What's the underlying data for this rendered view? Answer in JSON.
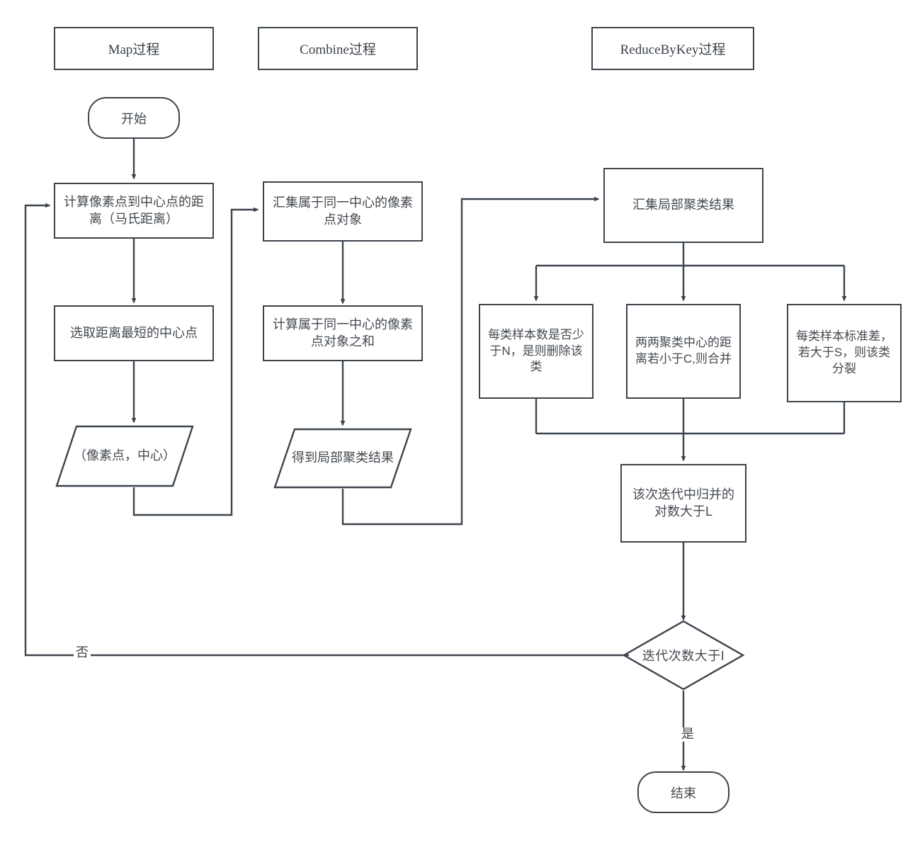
{
  "diagram": {
    "title": "Spark ISODATA clustering flowchart",
    "accent_color": "#3c444c",
    "text_color": "#43494f",
    "background": "#ffffff"
  },
  "lanes": [
    {
      "id": "map",
      "label": "Map过程"
    },
    {
      "id": "combine",
      "label": "Combine过程"
    },
    {
      "id": "reduce",
      "label": "ReduceByKey过程"
    }
  ],
  "nodes": {
    "start": {
      "label": "开始",
      "shape": "terminator"
    },
    "map1": {
      "label": "计算像素点到中心点的距离（马氏距离）",
      "shape": "process"
    },
    "map2": {
      "label": "选取距离最短的中心点",
      "shape": "process"
    },
    "map_out": {
      "label": "（像素点，中心）",
      "shape": "data"
    },
    "comb1": {
      "label": "汇集属于同一中心的像素点对象",
      "shape": "process"
    },
    "comb2": {
      "label": "计算属于同一中心的像素点对象之和",
      "shape": "process"
    },
    "comb_out": {
      "label": "得到局部聚类结果",
      "shape": "data"
    },
    "red1": {
      "label": "汇集局部聚类结果",
      "shape": "process"
    },
    "red_a": {
      "label": "每类样本数是否少于N，是则删除该类",
      "shape": "process"
    },
    "red_b": {
      "label": "两两聚类中心的距离若小于C,则合并",
      "shape": "process"
    },
    "red_c": {
      "label": "每类样本标准差，若大于S，则该类分裂",
      "shape": "process"
    },
    "red_merge": {
      "label": "该次迭代中归并的对数大于L",
      "shape": "process"
    },
    "decision": {
      "label": "迭代次数大于I",
      "shape": "decision"
    },
    "end": {
      "label": "结束",
      "shape": "terminator"
    }
  },
  "edge_labels": {
    "no": "否",
    "yes": "是"
  }
}
